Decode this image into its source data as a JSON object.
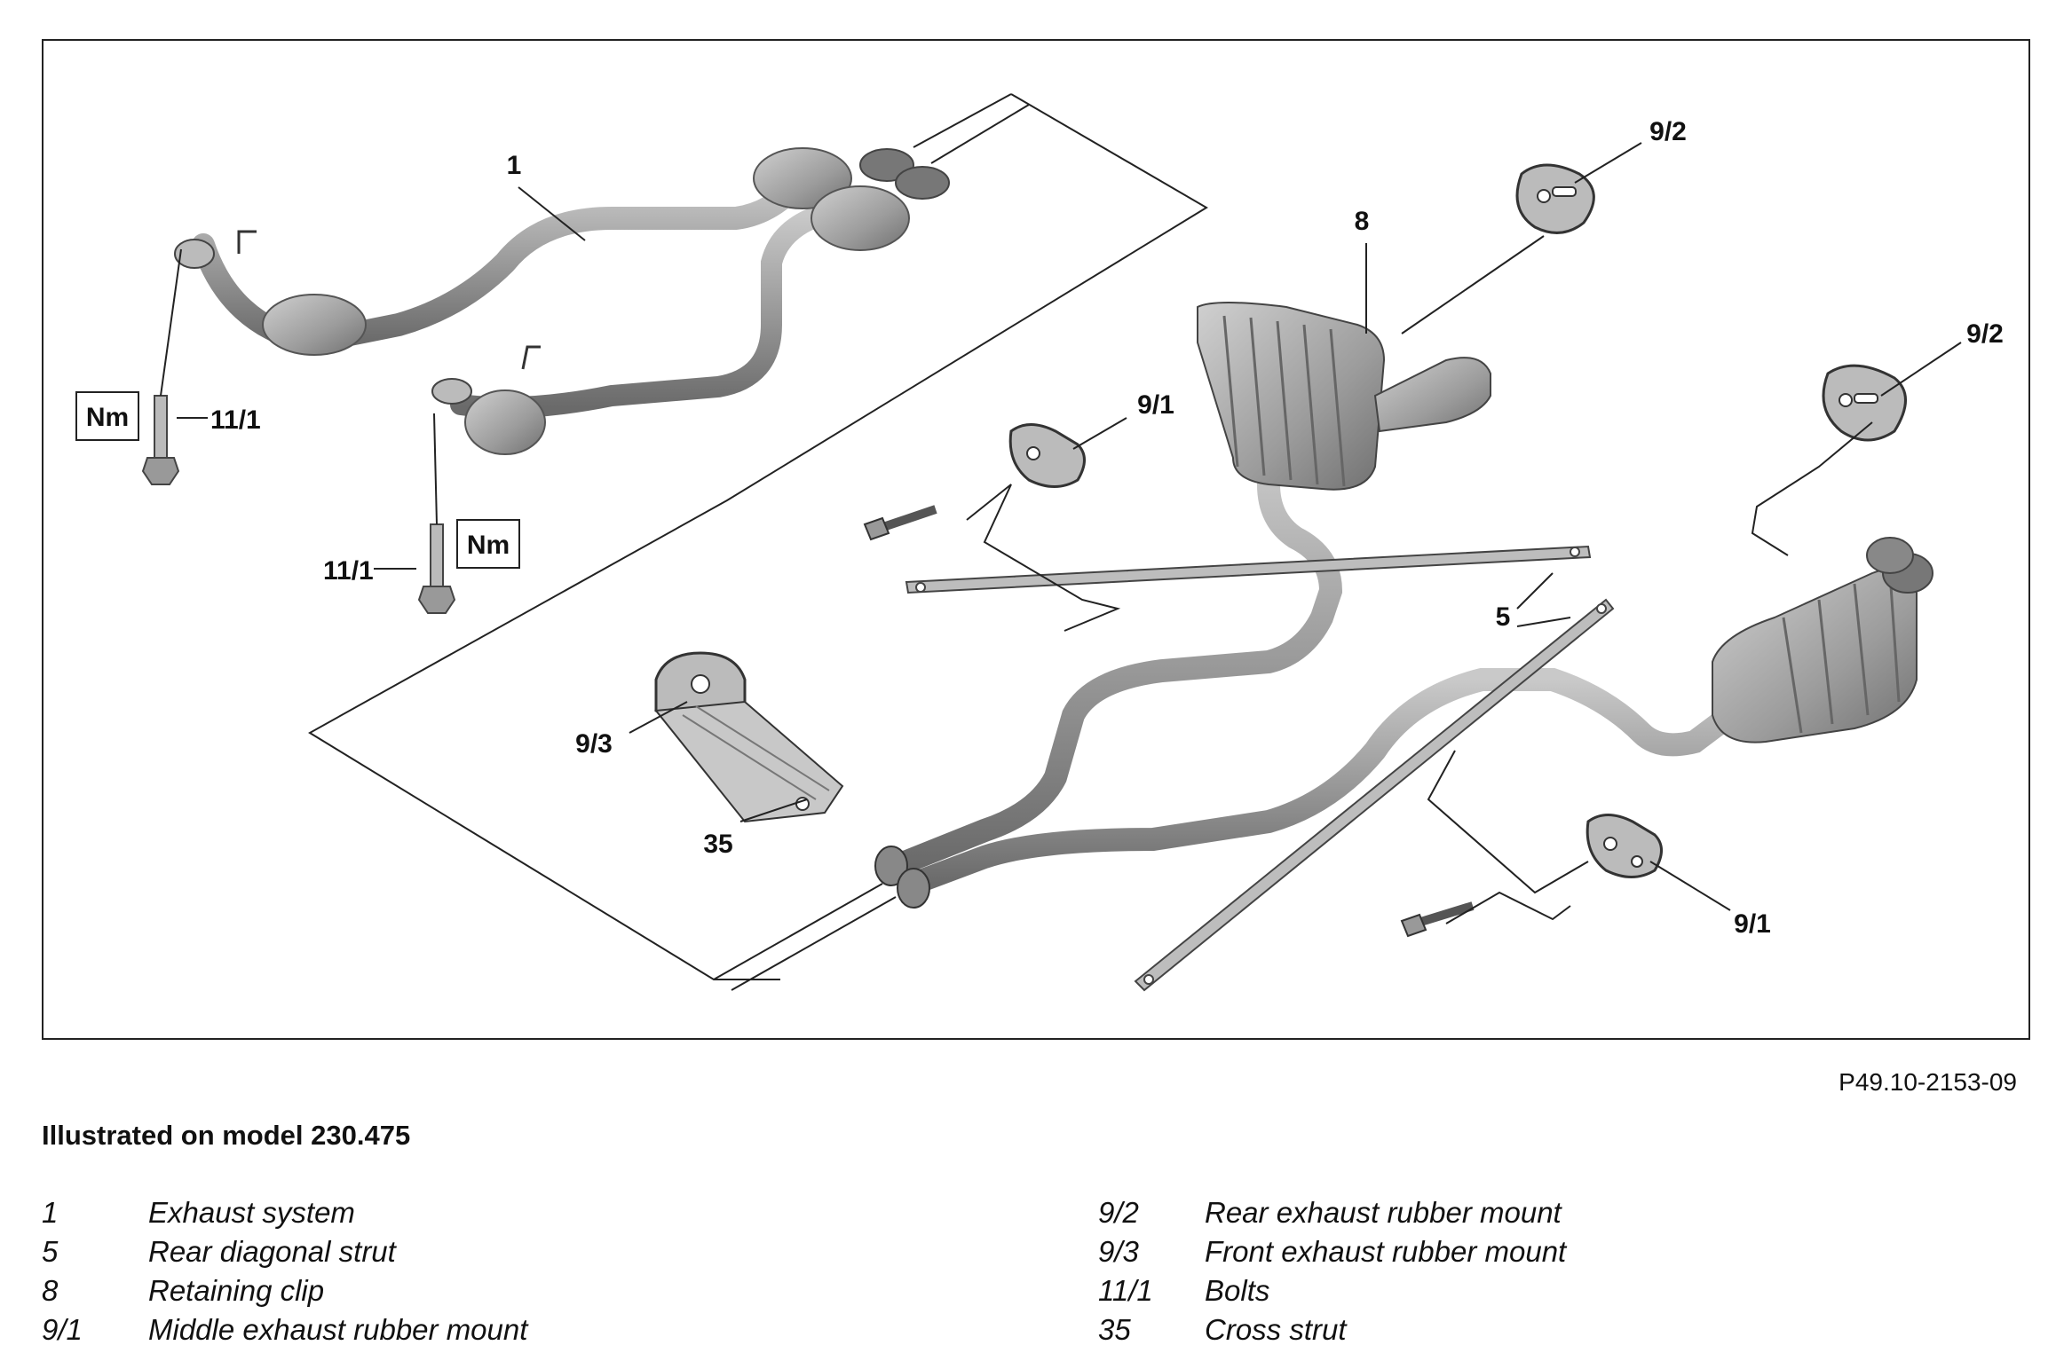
{
  "diagram": {
    "callouts": {
      "c1": "1",
      "c8": "8",
      "c9_2a": "9/2",
      "c9_2b": "9/2",
      "c9_1a": "9/1",
      "c9_1b": "9/1",
      "c5": "5",
      "c9_3": "9/3",
      "c35": "35",
      "c11_1a": "11/1",
      "c11_1b": "11/1"
    },
    "torque_badge": "Nm"
  },
  "reference_code": "P49.10-2153-09",
  "caption": "Illustrated on model 230.475",
  "legend": {
    "left": [
      {
        "num": "1",
        "desc": "Exhaust system"
      },
      {
        "num": "5",
        "desc": "Rear diagonal strut"
      },
      {
        "num": "8",
        "desc": "Retaining clip"
      },
      {
        "num": "9/1",
        "desc": "Middle exhaust rubber mount"
      }
    ],
    "right": [
      {
        "num": "9/2",
        "desc": "Rear exhaust rubber mount"
      },
      {
        "num": "9/3",
        "desc": "Front exhaust rubber mount"
      },
      {
        "num": "11/1",
        "desc": "Bolts"
      },
      {
        "num": "35",
        "desc": "Cross strut"
      }
    ]
  },
  "colors": {
    "part_fill": "#a8a8a8",
    "part_dark": "#6e6e6e",
    "line": "#222222"
  }
}
